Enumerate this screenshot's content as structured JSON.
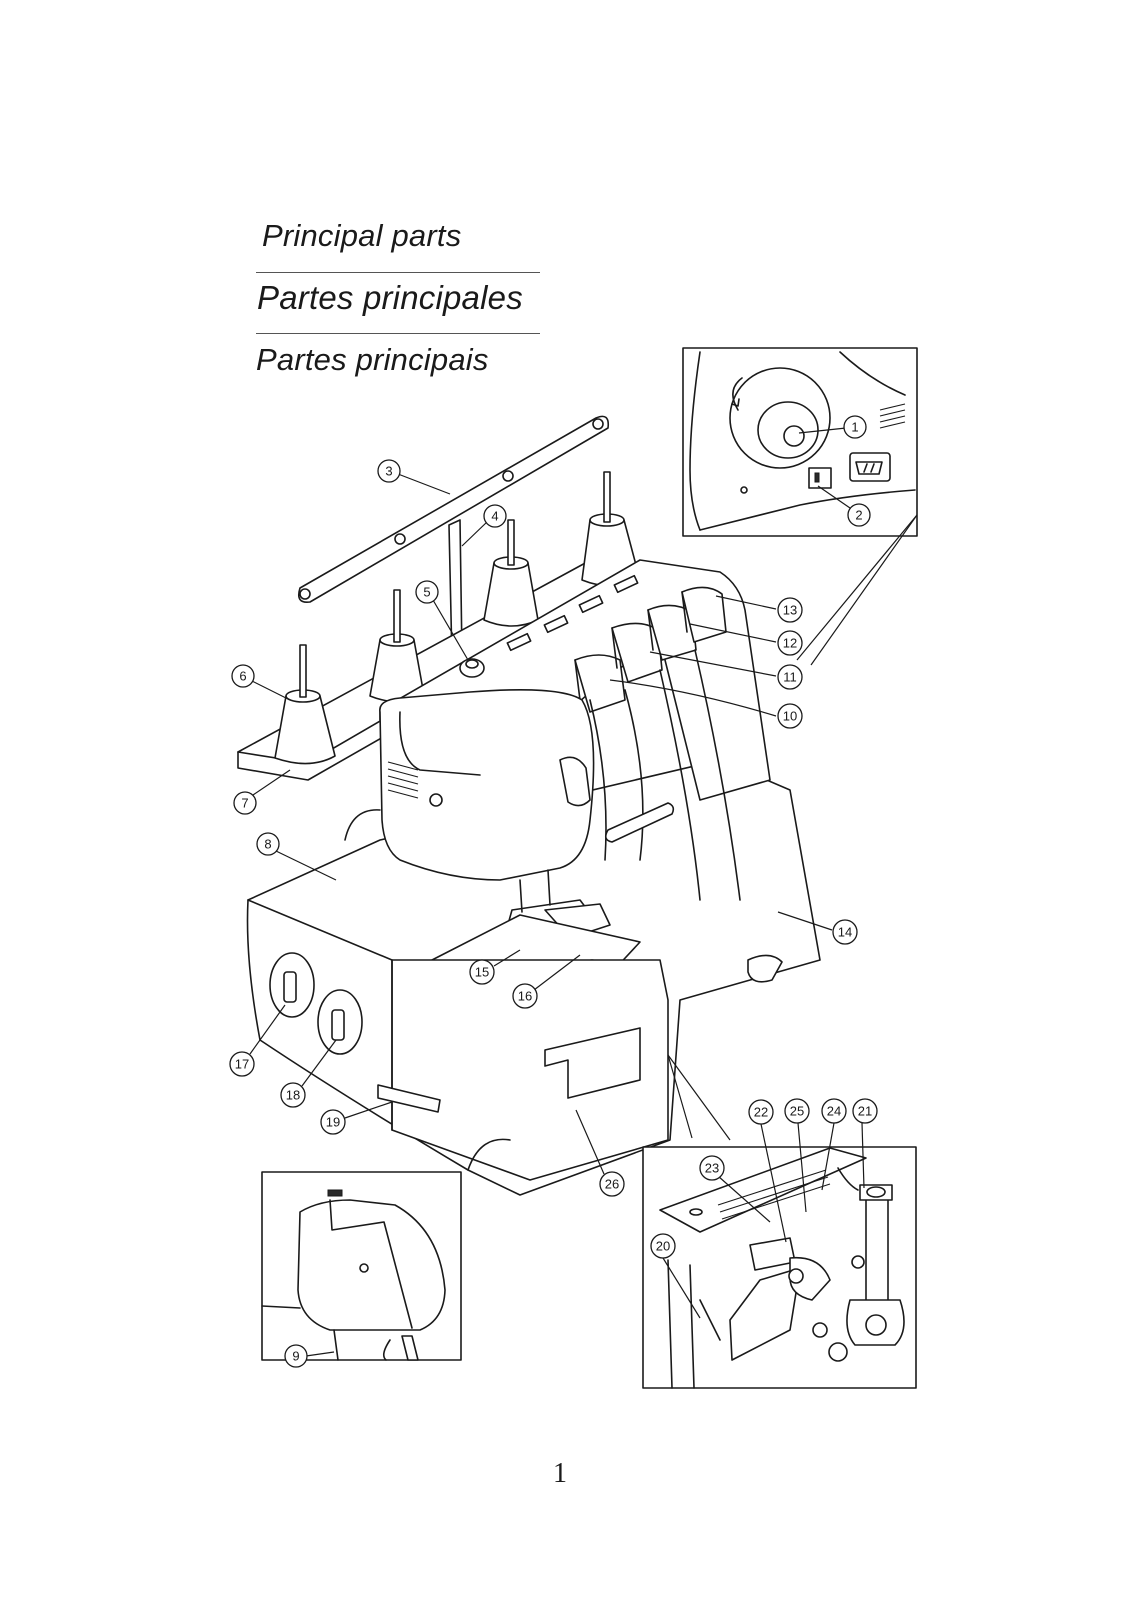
{
  "titles": {
    "en": "Principal parts",
    "es": "Partes principales",
    "pt": "Partes principais"
  },
  "page_number": "1",
  "callouts": {
    "c1": "1",
    "c2": "2",
    "c3": "3",
    "c4": "4",
    "c5": "5",
    "c6": "6",
    "c7": "7",
    "c8": "8",
    "c9": "9",
    "c10": "10",
    "c11": "11",
    "c12": "12",
    "c13": "13",
    "c14": "14",
    "c15": "15",
    "c16": "16",
    "c17": "17",
    "c18": "18",
    "c19": "19",
    "c20": "20",
    "c21": "21",
    "c22": "22",
    "c23": "23",
    "c24": "24",
    "c25": "25",
    "c26": "26"
  }
}
